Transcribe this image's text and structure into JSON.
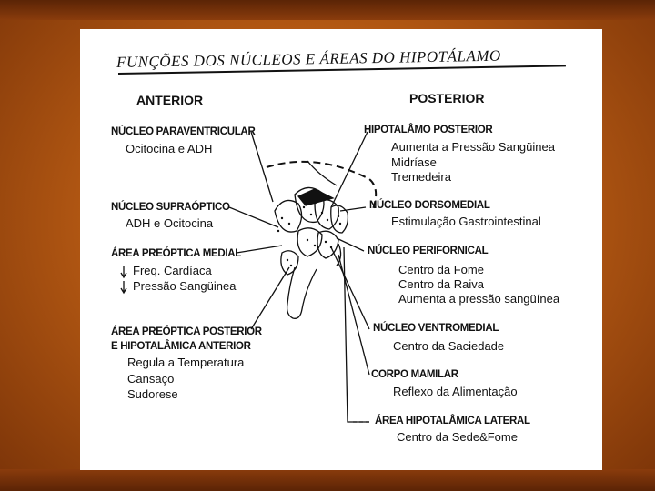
{
  "title": "FUNÇÕES DOS NÚCLEOS E ÁREAS DO HIPOTÁLAMO",
  "headers": {
    "anterior": "ANTERIOR",
    "posterior": "POSTERIOR"
  },
  "anterior": [
    {
      "name": "NÚCLEO PARAVENTRICULAR",
      "functions": [
        "Ocitocina e ADH"
      ]
    },
    {
      "name": "NÚCLEO SUPRAÓPTICO",
      "functions": [
        "ADH e Ocitocina"
      ]
    },
    {
      "name": "ÁREA PREÓPTICA MEDIAL",
      "functions": [
        "Freq. Cardíaca",
        "Pressão Sangüinea"
      ]
    },
    {
      "name_lines": [
        "ÁREA PREÓPTICA POSTERIOR",
        "E HIPOTALÂMICA ANTERIOR"
      ],
      "functions": [
        "Regula a Temperatura",
        "Cansaço",
        "Sudorese"
      ]
    }
  ],
  "posterior": [
    {
      "name": "HIPOTALÂMO POSTERIOR",
      "functions": [
        "Aumenta a Pressão Sangüinea",
        "Midríase",
        "Tremedeira"
      ]
    },
    {
      "name": "NÚCLEO DORSOMEDIAL",
      "functions": [
        "Estimulação Gastrointestinal"
      ]
    },
    {
      "name": "NÚCLEO PERIFORNICAL",
      "functions": [
        "Centro da Fome",
        "Centro da Raiva",
        "Aumenta a pressão sangüínea"
      ]
    },
    {
      "name": "NÚCLEO VENTROMEDIAL",
      "functions": [
        "Centro da Saciedade"
      ]
    },
    {
      "name": "CORPO MAMILAR",
      "functions": [
        "Reflexo da Alimentação"
      ]
    },
    {
      "name": "ÁREA HIPOTALÂMICA LATERAL",
      "functions": [
        "Centro da Sede&Fome"
      ]
    }
  ]
}
